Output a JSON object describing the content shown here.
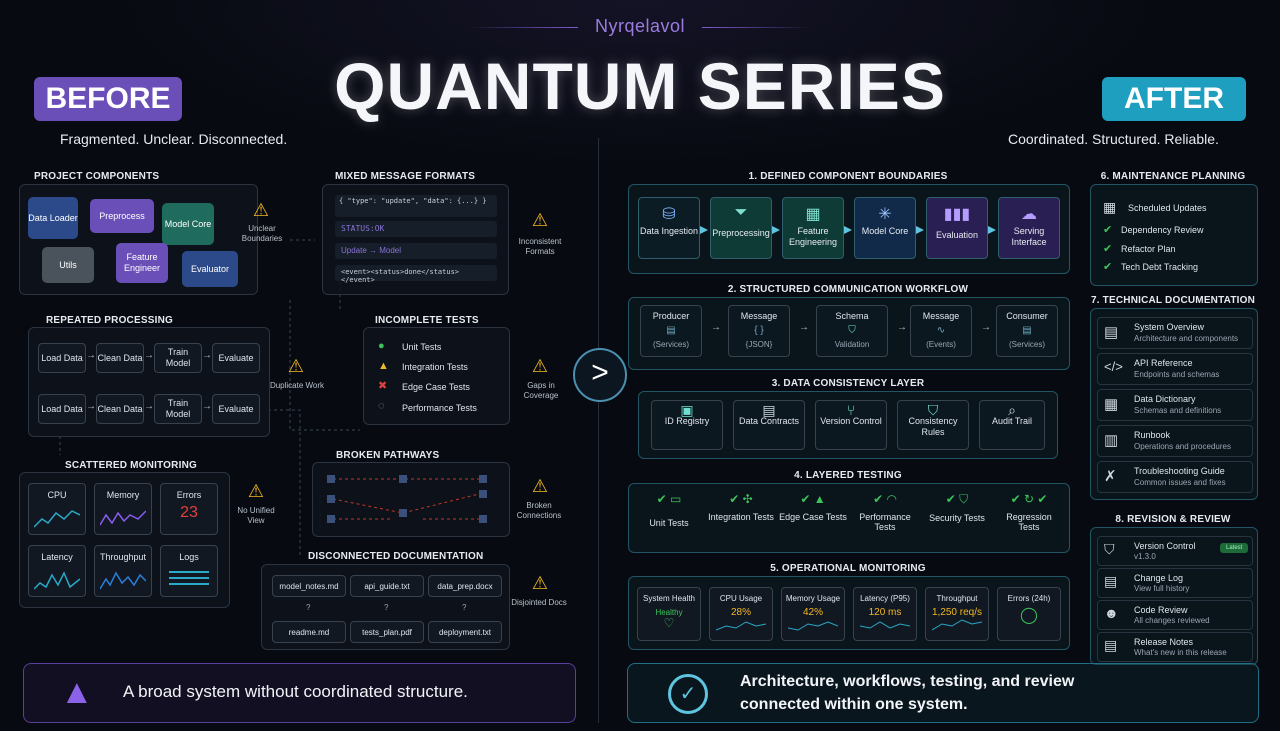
{
  "brand": "Nyrqelavol",
  "title": "QUANTUM SERIES",
  "before": {
    "tag": "BEFORE",
    "subtitle": "Fragmented. Unclear. Disconnected.",
    "project_components": {
      "title": "PROJECT COMPONENTS",
      "pieces": [
        "Data Loader",
        "Preprocess",
        "Model Core",
        "Utils",
        "Feature Engineer",
        "Evaluator"
      ],
      "warning": "Unclear Boundaries"
    },
    "mixed_formats": {
      "title": "MIXED MESSAGE FORMATS",
      "lines": [
        "{ \"type\": \"update\", \"data\": {...} }",
        "STATUS:OK",
        "Update → Model",
        "<event><status>done</status></event>"
      ],
      "warning": "Inconsistent Formats"
    },
    "repeated": {
      "title": "REPEATED PROCESSING",
      "steps": [
        "Load Data",
        "Clean Data",
        "Train Model",
        "Evaluate"
      ],
      "warning": "Duplicate Work"
    },
    "tests": {
      "title": "INCOMPLETE TESTS",
      "items": [
        "Unit Tests",
        "Integration Tests",
        "Edge Case Tests",
        "Performance Tests"
      ],
      "warning": "Gaps in Coverage"
    },
    "monitoring": {
      "title": "SCATTERED MONITORING",
      "tiles": [
        "CPU",
        "Memory",
        "Errors",
        "Latency",
        "Throughput",
        "Logs"
      ],
      "errors_value": "23",
      "warning": "No Unified View"
    },
    "pathways": {
      "title": "BROKEN PATHWAYS",
      "warning": "Broken Connections"
    },
    "docs": {
      "title": "DISCONNECTED DOCUMENTATION",
      "files": [
        "model_notes.md",
        "api_guide.txt",
        "data_prep.docx",
        "readme.md",
        "tests_plan.pdf",
        "deployment.txt"
      ],
      "warning": "Disjointed Docs"
    },
    "footer": "A broad system without coordinated structure."
  },
  "after": {
    "tag": "AFTER",
    "subtitle": "Coordinated. Structured. Reliable.",
    "boundaries": {
      "title": "1. DEFINED COMPONENT BOUNDARIES",
      "items": [
        "Data Ingestion",
        "Preprocessing",
        "Feature Engineering",
        "Model Core",
        "Evaluation",
        "Serving Interface"
      ]
    },
    "workflow": {
      "title": "2. STRUCTURED COMMUNICATION WORKFLOW",
      "items": [
        [
          "Producer",
          "(Services)"
        ],
        [
          "Message",
          "{JSON}"
        ],
        [
          "Schema",
          "Validation"
        ],
        [
          "Message",
          "(Events)"
        ],
        [
          "Consumer",
          "(Services)"
        ]
      ]
    },
    "consistency": {
      "title": "3. DATA CONSISTENCY LAYER",
      "items": [
        "ID Registry",
        "Data Contracts",
        "Version Control",
        "Consistency Rules",
        "Audit Trail"
      ]
    },
    "testing": {
      "title": "4. LAYERED TESTING",
      "items": [
        "Unit Tests",
        "Integration Tests",
        "Edge Case Tests",
        "Performance Tests",
        "Security Tests",
        "Regression Tests"
      ]
    },
    "ops": {
      "title": "5. OPERATIONAL MONITORING",
      "tiles": [
        [
          "System Health",
          "Healthy"
        ],
        [
          "CPU Usage",
          "28%"
        ],
        [
          "Memory Usage",
          "42%"
        ],
        [
          "Latency (P95)",
          "120 ms"
        ],
        [
          "Throughput",
          "1,250 req/s"
        ],
        [
          "Errors (24h)",
          ""
        ]
      ]
    },
    "maintenance": {
      "title": "6. MAINTENANCE PLANNING",
      "items": [
        "Scheduled Updates",
        "Dependency Review",
        "Refactor Plan",
        "Tech Debt Tracking"
      ]
    },
    "docs": {
      "title": "7. TECHNICAL DOCUMENTATION",
      "items": [
        [
          "System Overview",
          "Architecture and components"
        ],
        [
          "API Reference",
          "Endpoints and schemas"
        ],
        [
          "Data Dictionary",
          "Schemas and definitions"
        ],
        [
          "Runbook",
          "Operations and procedures"
        ],
        [
          "Troubleshooting Guide",
          "Common issues and fixes"
        ]
      ]
    },
    "review": {
      "title": "8. REVISION & REVIEW",
      "items": [
        [
          "Version Control",
          "v1.3.0"
        ],
        [
          "Change Log",
          "View full history"
        ],
        [
          "Code Review",
          "All changes reviewed"
        ],
        [
          "Release Notes",
          "What's new in this release"
        ]
      ],
      "badge": "Latest"
    },
    "footer_line1": "Architecture, workflows, testing, and review",
    "footer_line2": "connected within one system."
  },
  "colors": {
    "before": "#6b4fb8",
    "after": "#1e9fc0",
    "warn": "#f2b824",
    "ok": "#3cc45a",
    "bad": "#e0413c"
  }
}
